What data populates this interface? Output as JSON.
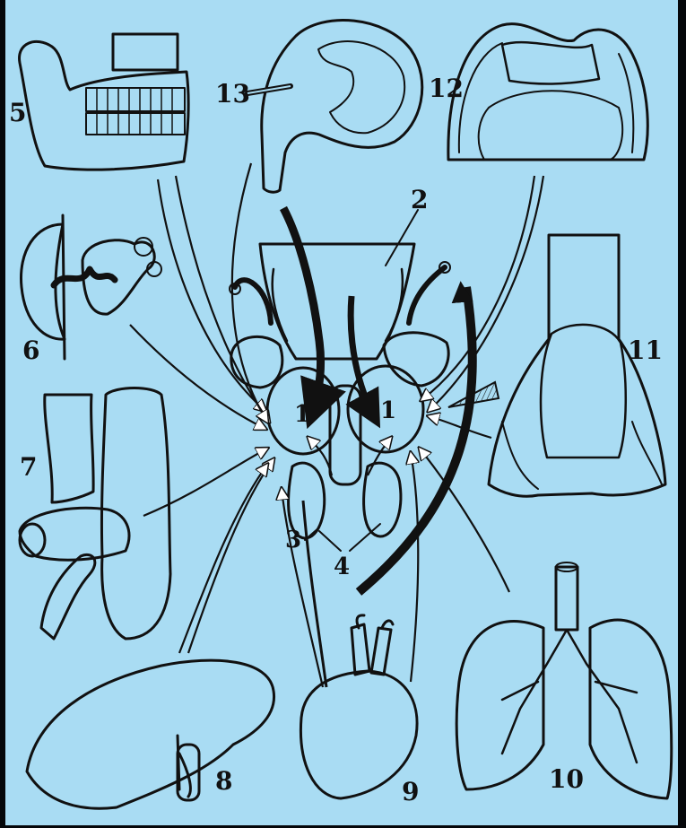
{
  "colors": {
    "background": "#a9dcf3",
    "ink": "#111111",
    "frame": "#05070a"
  },
  "labels": {
    "l1a": "1",
    "l1b": "1",
    "l2": "2",
    "l3": "3",
    "l4": "4",
    "l5": "5",
    "l6": "6",
    "l7": "7",
    "l8": "8",
    "l9": "9",
    "l10": "10",
    "l11": "11",
    "l12": "12",
    "l13": "13"
  }
}
